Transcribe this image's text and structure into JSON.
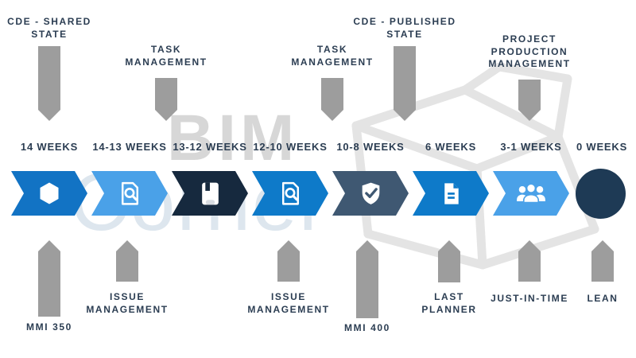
{
  "watermark": {
    "word1": "BIM",
    "word2": "Corner",
    "graphic": "open-box-outline"
  },
  "colors": {
    "stage_blue": "#1273c4",
    "stage_light_blue": "#4aa1e8",
    "stage_dark_navy": "#16293e",
    "stage_bright_blue": "#0e7ac9",
    "stage_slate": "#3f5872",
    "milestone_circle_navy": "#1e3a55",
    "arrow_gray": "#9d9d9d",
    "label_navy": "#2b3d52",
    "watermark_gray": "#d7d7d7",
    "watermark_light_blue": "#dde6ee"
  },
  "annotations_top": [
    {
      "label": "CDE - SHARED\nSTATE",
      "arrow": "long"
    },
    {
      "label": "TASK\nMANAGEMENT",
      "arrow": "short"
    },
    {
      "label": "TASK\nMANAGEMENT",
      "arrow": "short"
    },
    {
      "label": "CDE - PUBLISHED\nSTATE",
      "arrow": "long"
    },
    {
      "label": "PROJECT\nPRODUCTION\nMANAGEMENT",
      "arrow": "short"
    }
  ],
  "timeline": {
    "stages": [
      {
        "week": "14 WEEKS",
        "icon": "hexagon-icon",
        "color": "#1273c4"
      },
      {
        "week": "14-13 WEEKS",
        "icon": "file-search-icon",
        "color": "#4aa1e8"
      },
      {
        "week": "13-12 WEEKS",
        "icon": "book-icon",
        "color": "#16293e"
      },
      {
        "week": "12-10 WEEKS",
        "icon": "file-search-icon",
        "color": "#0e7ac9"
      },
      {
        "week": "10-8 WEEKS",
        "icon": "shield-check-icon",
        "color": "#3f5872"
      },
      {
        "week": "6 WEEKS",
        "icon": "document-icon",
        "color": "#0e7ac9"
      },
      {
        "week": "3-1 WEEKS",
        "icon": "team-icon",
        "color": "#4aa1e8"
      },
      {
        "week": "0 WEEKS",
        "icon": "circle-milestone",
        "color": "#1e3a55"
      }
    ]
  },
  "annotations_bottom": [
    {
      "label": "MMI 350",
      "arrow": "long"
    },
    {
      "label": "ISSUE\nMANAGEMENT",
      "arrow": "short"
    },
    {
      "label": "ISSUE\nMANAGEMENT",
      "arrow": "short"
    },
    {
      "label": "MMI 400",
      "arrow": "long"
    },
    {
      "label": "LAST\nPLANNER",
      "arrow": "short"
    },
    {
      "label": "JUST-IN-TIME",
      "arrow": "short"
    },
    {
      "label": "LEAN",
      "arrow": "short"
    }
  ]
}
